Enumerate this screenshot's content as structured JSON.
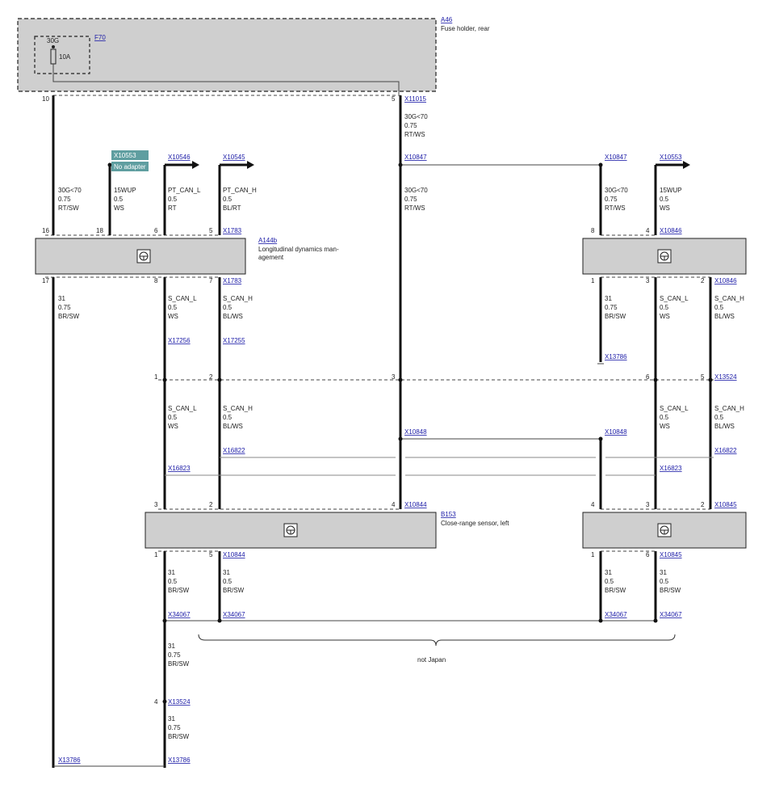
{
  "components": {
    "a46": {
      "id": "A46",
      "desc": "Fuse holder, rear"
    },
    "f70": {
      "id": "F70",
      "terminal": "30G",
      "rating": "10A"
    },
    "a144b": {
      "id": "A144b",
      "desc1": "Longitudinal dynamics man-",
      "desc2": "agement"
    },
    "b153": {
      "id": "B153",
      "desc": "Close-range sensor, left"
    }
  },
  "tag": {
    "id": "X10553",
    "text": "No adapter"
  },
  "connectors": {
    "x11015": "X11015",
    "x10546": "X10546",
    "x10545": "X10545",
    "x10847_a": "X10847",
    "x10847_b": "X10847",
    "x10553": "X10553",
    "x1783_a": "X1783",
    "x1783_b": "X1783",
    "x10846_a": "X10846",
    "x10846_b": "X10846",
    "x17256": "X17256",
    "x17255": "X17255",
    "x13786_a": "X13786",
    "x13524_a": "X13524",
    "x10848_a": "X10848",
    "x10848_b": "X10848",
    "x16822_a": "X16822",
    "x16822_b": "X16822",
    "x16823_a": "X16823",
    "x16823_b": "X16823",
    "x10844_a": "X10844",
    "x10845_a": "X10845",
    "x10844_b": "X10844",
    "x10845_b": "X10845",
    "x34067_a": "X34067",
    "x34067_b": "X34067",
    "x34067_c": "X34067",
    "x34067_d": "X34067",
    "x13524_b": "X13524",
    "x13786_b": "X13786",
    "x13786_c": "X13786"
  },
  "pins": {
    "p10": "10",
    "p5": "5",
    "p16": "16",
    "p18": "18",
    "p6": "6",
    "p5b": "5",
    "p8": "8",
    "p4": "4",
    "p17": "17",
    "p8b": "8",
    "p7": "7",
    "p1": "1",
    "p3": "3",
    "p2": "2",
    "sp1": "1",
    "sp2": "2",
    "sp3": "3",
    "sp6": "6",
    "sp5": "5",
    "b3": "3",
    "b2": "2",
    "b4": "4",
    "r4": "4",
    "r3": "3",
    "r2": "2",
    "b1": "1",
    "b5": "5",
    "r1": "1",
    "r6": "6",
    "p4c": "4"
  },
  "wires": {
    "w_top_l": [
      "30G<70",
      "0.75",
      "RT/SW"
    ],
    "w_top_mid1": [
      "30G<70",
      "0.75",
      "RT/WS"
    ],
    "w_top_mid2": [
      "30G<70",
      "0.75",
      "RT/WS"
    ],
    "w_15wup_l": [
      "15WUP",
      "0.5",
      "WS"
    ],
    "w_ptcanl": [
      "PT_CAN_L",
      "0.5",
      "RT"
    ],
    "w_ptcanh": [
      "PT_CAN_H",
      "0.5",
      "BL/RT"
    ],
    "w_r30g": [
      "30G<70",
      "0.75",
      "RT/WS"
    ],
    "w_r15wup": [
      "15WUP",
      "0.5",
      "WS"
    ],
    "w_gnd_l": [
      "31",
      "0.75",
      "BR/SW"
    ],
    "w_scanl_1": [
      "S_CAN_L",
      "0.5",
      "WS"
    ],
    "w_scanh_1": [
      "S_CAN_H",
      "0.5",
      "BL/WS"
    ],
    "w_r31": [
      "31",
      "0.75",
      "BR/SW"
    ],
    "w_rscanl": [
      "S_CAN_L",
      "0.5",
      "WS"
    ],
    "w_rscanh": [
      "S_CAN_H",
      "0.5",
      "BL/WS"
    ],
    "w_scanl_2": [
      "S_CAN_L",
      "0.5",
      "WS"
    ],
    "w_scanh_2": [
      "S_CAN_H",
      "0.5",
      "BL/WS"
    ],
    "w_rscanl2": [
      "S_CAN_L",
      "0.5",
      "WS"
    ],
    "w_rscanh2": [
      "S_CAN_H",
      "0.5",
      "BL/WS"
    ],
    "w_b1": [
      "31",
      "0.5",
      "BR/SW"
    ],
    "w_b5": [
      "31",
      "0.5",
      "BR/SW"
    ],
    "w_r1": [
      "31",
      "0.5",
      "BR/SW"
    ],
    "w_r6": [
      "31",
      "0.5",
      "BR/SW"
    ],
    "w_gnd1": [
      "31",
      "0.75",
      "BR/SW"
    ],
    "w_gnd2": [
      "31",
      "0.75",
      "BR/SW"
    ]
  },
  "notes": {
    "not_japan": "not Japan"
  }
}
